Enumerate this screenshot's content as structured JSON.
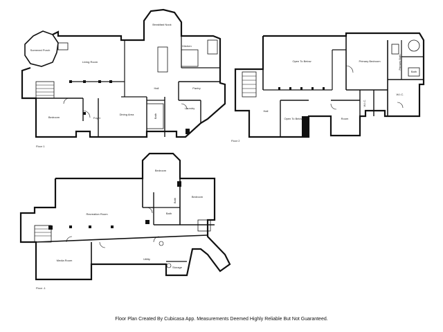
{
  "floor_labels": {
    "floor1": "Floor 1",
    "floor2": "Floor 2",
    "floor0": "Floor -1"
  },
  "floor1_rooms": {
    "screened_porch": "Screened Porch",
    "breakfast_nook": "Breakfast Nook",
    "living_room": "Living Room",
    "kitchen": "Kitchen",
    "hall": "Hall",
    "pantry": "Pantry",
    "bedroom": "Bedroom",
    "foyer": "Foyer",
    "dining_area": "Dining Area",
    "laundry": "Laundry",
    "bath": "Bath"
  },
  "floor2_rooms": {
    "open_to_below_1": "Open To Below",
    "primary_bedroom": "Primary Bedroom",
    "primary_bath": "Primary Bath",
    "bath": "Bath",
    "wic_1": "W.I.C.",
    "wic_2": "W.I.C.",
    "hall": "Hall",
    "open_to_below_2": "Open To Below",
    "room": "Room"
  },
  "floor0_rooms": {
    "bedroom_1": "Bedroom",
    "bedroom_2": "Bedroom",
    "bath_1": "Bath",
    "bath_2": "Bath",
    "recreation_room": "Recreation Room",
    "media_room": "Media Room",
    "utility": "Utility",
    "storage": "Storage"
  },
  "footer": {
    "caption": "Floor Plan Created By Cubicasa App. Measurements Deemed Highly Reliable But Not Guaranteed."
  }
}
